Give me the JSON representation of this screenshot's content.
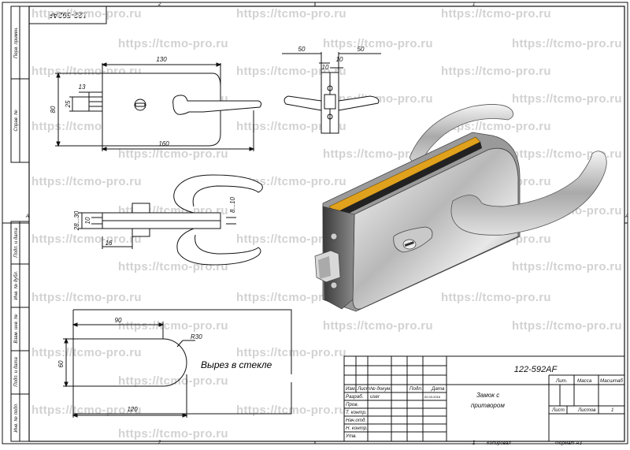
{
  "watermark": "https://tcmo-pro.ru",
  "frame": {
    "top_zone_2": "2",
    "top_zone_1": "1",
    "bottom_zone_2": "2",
    "bottom_zone_1": "1",
    "left_zone_a": "A",
    "right_zone_a": "A",
    "top_label": "122-592AF"
  },
  "side_labels": {
    "perv_primen": "Перв. примен.",
    "sprav_no": "Справ. №",
    "podp_data_1": "Подп. и дата",
    "inv_dubl": "Инв. № дубл.",
    "vzam_inv": "Взам. инв. №",
    "podp_data_2": "Подп. и дата",
    "inv_podl": "Инв. № подл."
  },
  "dimensions": {
    "d130": "130",
    "d13": "13",
    "d25": "25",
    "d80": "80",
    "d160": "160",
    "d50a": "50",
    "d50b": "50",
    "d10a": "10",
    "d10b": "10",
    "d28_30": "28...30",
    "d10c": "10",
    "d8_10": "8...10",
    "d16": "16",
    "d90": "90",
    "r30": "R30",
    "d60": "60",
    "d120": "120"
  },
  "cutout_label": "Вырез в стекле",
  "title_block": {
    "designation": "122-592AF",
    "name_line1": "Замок с",
    "name_line2": "притвором",
    "col_izm": "Изм.",
    "col_list": "Лист",
    "col_ndokum": "№ докум.",
    "col_podp": "Подп.",
    "col_data": "Дата",
    "row_razrab": "Разраб.",
    "razrab_name": "user",
    "razrab_date": "02.03.2016",
    "row_prov": "Пров.",
    "row_tkontr": "Т. контр.",
    "row_nachotd": "Нач.отд.",
    "row_nkontr": "Н. контр.",
    "row_utv": "Утв.",
    "lit": "Лит.",
    "massa": "Масса",
    "masshtab": "Масштаб",
    "list": "Лист",
    "listov": "Листов",
    "listov_value": "1",
    "kopiroval": "Копировал",
    "format": "Формат А3",
    "bottom_sheet_no": "1"
  }
}
